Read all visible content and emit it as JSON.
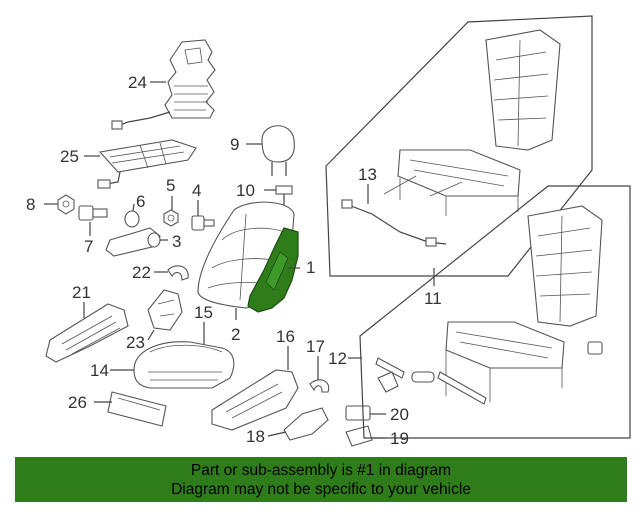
{
  "diagram": {
    "callouts": [
      "1",
      "2",
      "3",
      "4",
      "5",
      "6",
      "7",
      "8",
      "9",
      "10",
      "11",
      "12",
      "13",
      "14",
      "15",
      "16",
      "17",
      "18",
      "19",
      "20",
      "21",
      "22",
      "23",
      "24",
      "25",
      "26"
    ],
    "highlight_color": "#2e7d1a"
  },
  "banner": {
    "line1": "Part or sub-assembly is #1 in diagram",
    "line2": "Diagram may not be specific to your vehicle",
    "background": "#2e7d1a"
  }
}
